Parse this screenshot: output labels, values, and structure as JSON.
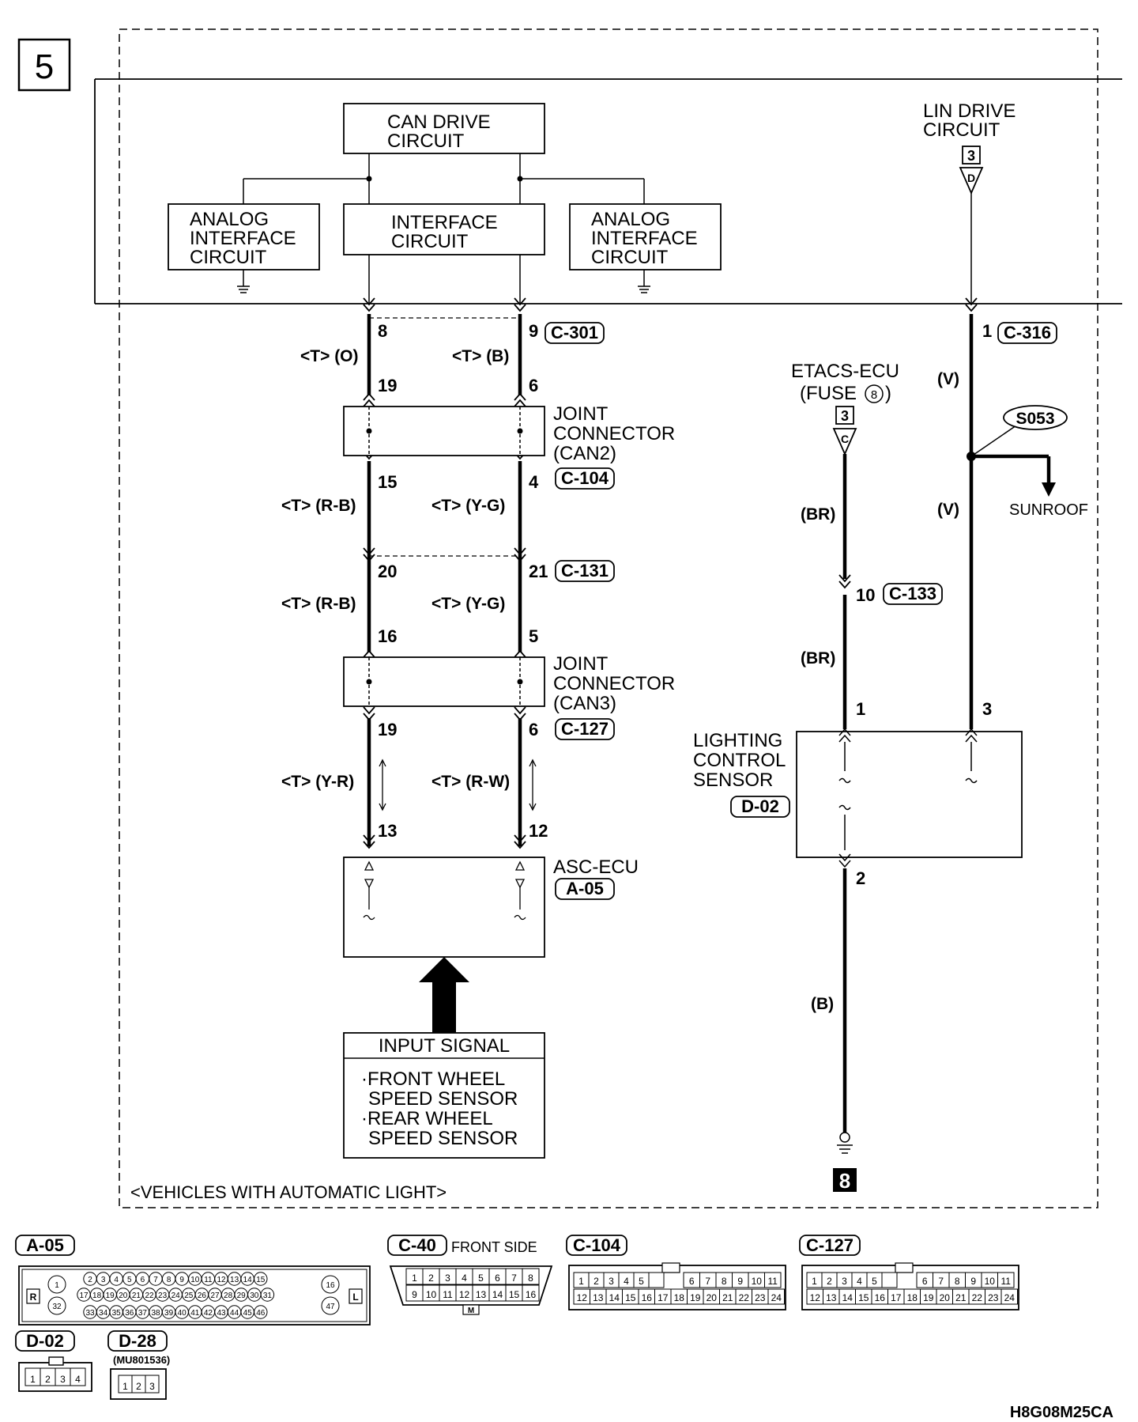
{
  "page_number": "5",
  "figure_code": "H8G08M25CA",
  "scope_note": "<VEHICLES WITH AUTOMATIC LIGHT>",
  "blocks": {
    "can_drive": [
      "CAN DRIVE",
      "CIRCUIT"
    ],
    "interface": [
      "INTERFACE",
      "CIRCUIT"
    ],
    "analog_left": [
      "ANALOG",
      "INTERFACE",
      "CIRCUIT"
    ],
    "analog_right": [
      "ANALOG",
      "INTERFACE",
      "CIRCUIT"
    ],
    "lin_drive": [
      "LIN DRIVE",
      "CIRCUIT"
    ],
    "joint_can2": [
      "JOINT",
      "CONNECTOR",
      "(CAN2)"
    ],
    "joint_can3": [
      "JOINT",
      "CONNECTOR",
      "(CAN3)"
    ],
    "asc_ecu": "ASC-ECU",
    "input_signal_title": "INPUT SIGNAL",
    "input_signal_items": [
      "·FRONT WHEEL",
      "SPEED SENSOR",
      "·REAR WHEEL",
      "SPEED SENSOR"
    ],
    "etacs": [
      "ETACS-ECU",
      "(FUSE",
      ")"
    ],
    "fuse_number": "8",
    "lighting_sensor": [
      "LIGHTING",
      "CONTROL",
      "SENSOR"
    ],
    "sunroof": "SUNROOF",
    "splice": "S053",
    "ground_ref": "8"
  },
  "terminals": {
    "lin_box": "3",
    "lin_letter": "D",
    "etacs_box": "3",
    "etacs_letter": "C"
  },
  "connectors": {
    "c301": "C-301",
    "c104": "C-104",
    "c131": "C-131",
    "c127": "C-127",
    "a05": "A-05",
    "c316": "C-316",
    "c133": "C-133",
    "d02": "D-02"
  },
  "pins": {
    "l_8": "8",
    "l_19a": "19",
    "l_15": "15",
    "l_20": "20",
    "l_16": "16",
    "l_19b": "19",
    "l_13": "13",
    "r_9": "9",
    "r_6a": "6",
    "r_4": "4",
    "r_21": "21",
    "r_5": "5",
    "r_6b": "6",
    "r_12": "12",
    "e_10": "10",
    "e_1": "1",
    "e_2": "2",
    "v_1": "1",
    "v_3": "3"
  },
  "wire_colors": {
    "l1": "<T> (O)",
    "r1": "<T> (B)",
    "l2": "<T> (R-B)",
    "r2": "<T> (Y-G)",
    "l3": "<T> (R-B)",
    "r3": "<T> (Y-G)",
    "l4": "<T> (Y-R)",
    "r4": "<T> (R-W)",
    "br1": "(BR)",
    "br2": "(BR)",
    "b1": "(B)",
    "v1": "(V)",
    "v2": "(V)"
  },
  "connector_views": {
    "a05": {
      "label": "A-05",
      "side_left": "R",
      "side_right": "L",
      "row1": [
        "2",
        "3",
        "4",
        "5",
        "6",
        "7",
        "8",
        "9",
        "10",
        "11",
        "12",
        "13",
        "14",
        "15"
      ],
      "row2": [
        "17",
        "18",
        "19",
        "20",
        "21",
        "22",
        "23",
        "24",
        "25",
        "26",
        "27",
        "28",
        "29",
        "30",
        "31"
      ],
      "row3": [
        "33",
        "34",
        "35",
        "36",
        "37",
        "38",
        "39",
        "40",
        "41",
        "42",
        "43",
        "44",
        "45",
        "46"
      ],
      "left_pins": [
        "1",
        "32"
      ],
      "right_pins": [
        "16",
        "47"
      ]
    },
    "c40": {
      "label": "C-40",
      "note": "FRONT SIDE",
      "marker": "M",
      "row1": [
        "1",
        "2",
        "3",
        "4",
        "5",
        "6",
        "7",
        "8"
      ],
      "row2": [
        "9",
        "10",
        "11",
        "12",
        "13",
        "14",
        "15",
        "16"
      ]
    },
    "c104": {
      "label": "C-104",
      "row1": [
        "1",
        "2",
        "3",
        "4",
        "5",
        "6",
        "7",
        "8",
        "9",
        "10",
        "11"
      ],
      "row2": [
        "12",
        "13",
        "14",
        "15",
        "16",
        "17",
        "18",
        "19",
        "20",
        "21",
        "22",
        "23",
        "24"
      ]
    },
    "c127": {
      "label": "C-127",
      "row1": [
        "1",
        "2",
        "3",
        "4",
        "5",
        "6",
        "7",
        "8",
        "9",
        "10",
        "11"
      ],
      "row2": [
        "12",
        "13",
        "14",
        "15",
        "16",
        "17",
        "18",
        "19",
        "20",
        "21",
        "22",
        "23",
        "24"
      ]
    },
    "d02": {
      "label": "D-02",
      "pins": [
        "1",
        "2",
        "3",
        "4"
      ]
    },
    "d28": {
      "label": "D-28",
      "part": "(MU801536)",
      "pins": [
        "1",
        "2",
        "3"
      ]
    }
  }
}
